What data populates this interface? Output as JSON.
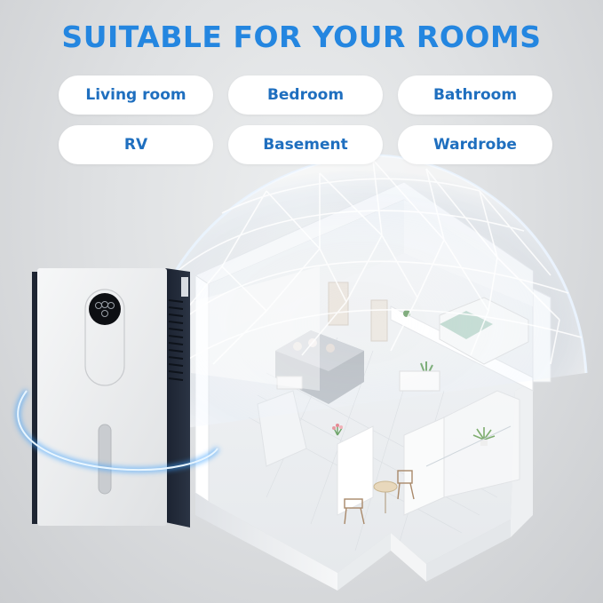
{
  "header": {
    "title": "SUITABLE FOR YOUR ROOMS"
  },
  "rooms": [
    {
      "label": "Living room"
    },
    {
      "label": "Bedroom"
    },
    {
      "label": "Bathroom"
    },
    {
      "label": "RV"
    },
    {
      "label": "Basement"
    },
    {
      "label": "Wardrobe"
    }
  ],
  "colors": {
    "title": "#2486e0",
    "pill_text": "#1f6fbf",
    "pill_bg": "#ffffff",
    "glow": "#3aa0ff"
  },
  "product": {
    "name": "dehumidifier",
    "control_icons": [
      "power-icon",
      "mode-icon",
      "fan-icon",
      "timer-icon"
    ]
  }
}
